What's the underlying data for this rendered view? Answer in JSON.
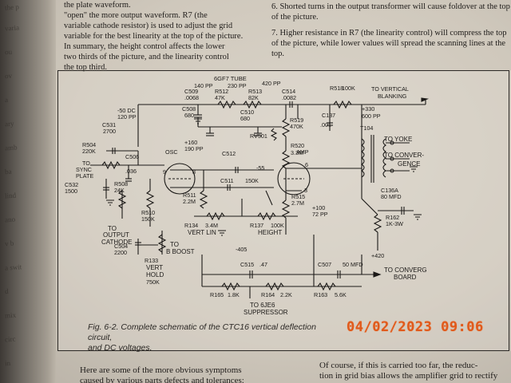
{
  "left_page_fragments": [
    "the p",
    "varia",
    "ou",
    "ov",
    "a",
    "ary",
    "amb",
    "ba",
    "lind",
    "ano",
    "v b",
    "a swit",
    "d",
    "mix",
    "circ",
    "in"
  ],
  "top_left_lines": [
    "the plate waveform.",
    "\"open\" the more output waveform. R7 (the",
    "variable cathode resistor) is used to adjust the grid",
    "variable for the best linearity at the top of the picture.",
    "In summary, the height control affects the lower",
    "two thirds of the picture, and the linearity control",
    "the top third."
  ],
  "top_right_paragraphs": [
    "6. Shorted turns in the output transformer will cause foldover at the top of the picture.",
    "7. Higher resistance in R7 (the linearity control) will compress the top of the picture, while lower values will spread the scanning lines at the top."
  ],
  "schematic": {
    "tube_title": "6GF7 TUBE",
    "labels": {
      "c509": "C509",
      "c509v": ".0068",
      "pp140": "140 PP",
      "r512": "R512",
      "r512v": "47K",
      "r513": "R513",
      "r513v": "82K",
      "pp230": "230 PP",
      "c514": "C514",
      "c514v": ".0082",
      "pp420": "420 PP",
      "r518": "R518",
      "r518v": "100K",
      "to_blank": "TO VERTICAL",
      "blanking": "BLANKING",
      "c508": "C508",
      "c508v": "680",
      "c510": "C510",
      "c510v": "680",
      "r519": "R519",
      "r519v": "470K",
      "rv501": "RV501",
      "c137": "C137",
      "c137v": ".001",
      "p330": "+330",
      "pp600": "600 PP",
      "t104": "T104",
      "to_yoke": "TO YOKE",
      "to_conv": "TO CONVER-",
      "gence": "GENCE",
      "m50dc": "-50 DC",
      "pp120": "120 PP",
      "c531": "C531",
      "c531v": "2700",
      "r504": "R504",
      "r504v": "220K",
      "to_sync": "TO",
      "sync": "SYNC",
      "plate": "PLATE",
      "c532": "C532",
      "c532v": "1500",
      "c506": "C506",
      "c506v": ".036",
      "r508": "R508",
      "r508v": "24K",
      "p160": "+160",
      "pp190": "190 PP",
      "osc": "OSC",
      "c512": "C512",
      "n9": "9",
      "n8": "8",
      "r520": "R520",
      "r520v": "3.3M",
      "amp": "AMP",
      "n6": "6",
      "m55": "-55",
      "r511": "R511",
      "r511v": "2.2M",
      "c511": "C511",
      "k150": "150K",
      "r515": "R515",
      "r515v": "2.7M",
      "n3": "3",
      "c136": "C136A",
      "c136v": "80 MFD",
      "p100": "+100",
      "pp72": "72 PP",
      "r162": "R162",
      "r162v": "1K-3W",
      "r510": "R510",
      "r510v": "150K",
      "r134": "R134",
      "r134v": "3.4M",
      "vert_lin": "VERT LIN",
      "r137": "R137",
      "r137v": "100K",
      "height": "HEIGHT",
      "p420": "+420",
      "to_out": "TO",
      "output": "OUTPUT",
      "cathode": "CATHODE",
      "to_b": "TO",
      "b_boost": "B BOOST",
      "m405": "-405",
      "c504": "C504",
      "c504v": "2200",
      "r133": "R133",
      "vert": "VERT",
      "hold": "HOLD",
      "r133v": "750K",
      "c515": "C515",
      "c515v": ".47",
      "c507": "C507",
      "c507v": "50 MFD",
      "to_conv_board": "TO CONVERG",
      "board": "BOARD",
      "r165": "R165",
      "r165v": "1.8K",
      "r164": "R164",
      "r164v": "2.2K",
      "r163": "R163",
      "r163v": "5.6K",
      "to_6je6": "TO 6JE6",
      "suppressor": "SUPPRESSOR"
    }
  },
  "caption_line1": "Fig. 6-2. Complete schematic of the CTC16 vertical deflection circuit,",
  "caption_line2": "and DC voltages.",
  "timestamp": "04/02/2023 09:06",
  "bottom_left_lines": [
    "Here are some of the more obvious symptoms",
    "caused by various parts defects and tolerances:"
  ],
  "bottom_right_lines": [
    "Of course, if this is carried too far, the reduc-",
    "tion in grid bias allows the amplifier grid to rectify"
  ],
  "colors": {
    "timestamp": "#e05a1c",
    "ink": "#1c1a18",
    "paper": "#dcd6cb"
  }
}
